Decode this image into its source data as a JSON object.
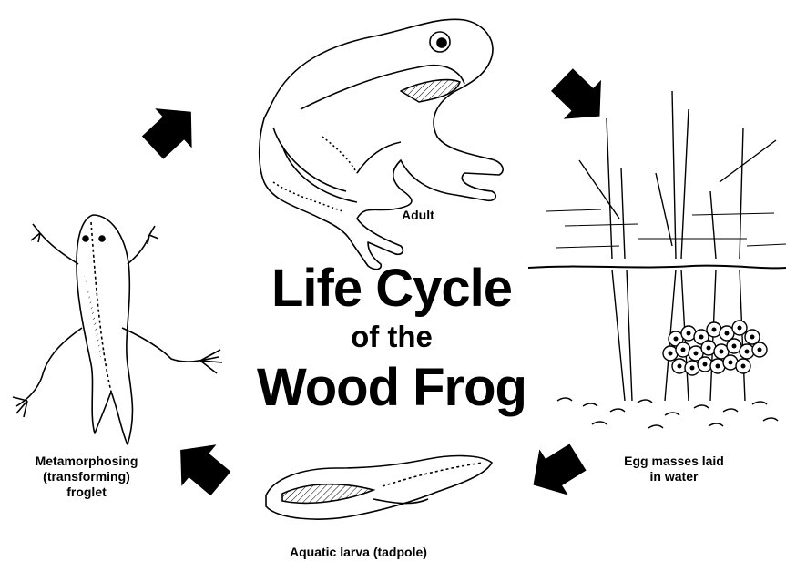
{
  "title": {
    "line1": "Life Cycle",
    "line2": "of the",
    "line3": "Wood Frog"
  },
  "stages": {
    "adult": "Adult",
    "eggs": "Egg masses laid\nin water",
    "tadpole": "Aquatic larva (tadpole)",
    "froglet": "Metamorphosing\n(transforming)\nfroglet"
  },
  "colors": {
    "ink": "#000000",
    "background": "#ffffff"
  },
  "icons": [
    "cycle-arrow-icon"
  ]
}
